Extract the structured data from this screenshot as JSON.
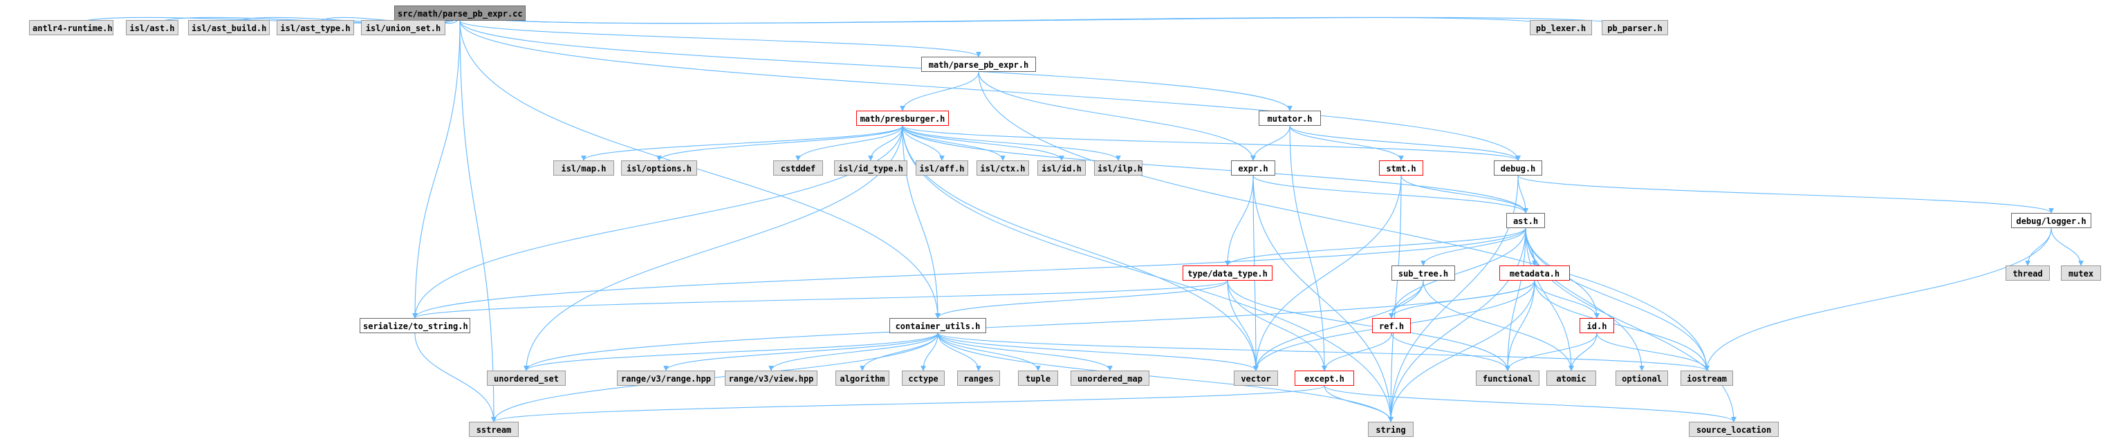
{
  "diagram": {
    "nodes": [
      {
        "id": "root",
        "label": "src/math/parse_pb_expr.cc",
        "kind": "root"
      },
      {
        "id": "antlr4",
        "label": "antlr4-runtime.h",
        "kind": "ext"
      },
      {
        "id": "isl_ast",
        "label": "isl/ast.h",
        "kind": "ext"
      },
      {
        "id": "isl_ast_build",
        "label": "isl/ast_build.h",
        "kind": "ext"
      },
      {
        "id": "isl_ast_type",
        "label": "isl/ast_type.h",
        "kind": "ext"
      },
      {
        "id": "isl_union_set",
        "label": "isl/union_set.h",
        "kind": "ext"
      },
      {
        "id": "parse_pb_expr_h",
        "label": "math/parse_pb_expr.h",
        "kind": "inc"
      },
      {
        "id": "pb_lexer",
        "label": "pb_lexer.h",
        "kind": "ext"
      },
      {
        "id": "pb_parser",
        "label": "pb_parser.h",
        "kind": "ext"
      },
      {
        "id": "presburger",
        "label": "math/presburger.h",
        "kind": "warn"
      },
      {
        "id": "mutator",
        "label": "mutator.h",
        "kind": "inc"
      },
      {
        "id": "isl_map",
        "label": "isl/map.h",
        "kind": "ext"
      },
      {
        "id": "isl_options",
        "label": "isl/options.h",
        "kind": "ext"
      },
      {
        "id": "cstddef",
        "label": "cstddef",
        "kind": "ext"
      },
      {
        "id": "isl_id_type",
        "label": "isl/id_type.h",
        "kind": "ext"
      },
      {
        "id": "isl_aff",
        "label": "isl/aff.h",
        "kind": "ext"
      },
      {
        "id": "isl_ctx",
        "label": "isl/ctx.h",
        "kind": "ext"
      },
      {
        "id": "isl_id",
        "label": "isl/id.h",
        "kind": "ext"
      },
      {
        "id": "isl_ilp",
        "label": "isl/ilp.h",
        "kind": "ext"
      },
      {
        "id": "expr",
        "label": "expr.h",
        "kind": "inc"
      },
      {
        "id": "stmt",
        "label": "stmt.h",
        "kind": "warn"
      },
      {
        "id": "debug",
        "label": "debug.h",
        "kind": "inc"
      },
      {
        "id": "ast",
        "label": "ast.h",
        "kind": "inc"
      },
      {
        "id": "logger",
        "label": "debug/logger.h",
        "kind": "inc"
      },
      {
        "id": "thread",
        "label": "thread",
        "kind": "ext"
      },
      {
        "id": "mutex",
        "label": "mutex",
        "kind": "ext"
      },
      {
        "id": "sub_tree",
        "label": "sub_tree.h",
        "kind": "inc"
      },
      {
        "id": "metadata",
        "label": "metadata.h",
        "kind": "warn"
      },
      {
        "id": "data_type",
        "label": "type/data_type.h",
        "kind": "warn"
      },
      {
        "id": "serialize",
        "label": "serialize/to_string.h",
        "kind": "inc"
      },
      {
        "id": "container_utils",
        "label": "container_utils.h",
        "kind": "inc"
      },
      {
        "id": "ref",
        "label": "ref.h",
        "kind": "warn"
      },
      {
        "id": "id",
        "label": "id.h",
        "kind": "warn"
      },
      {
        "id": "unordered_set",
        "label": "unordered_set",
        "kind": "ext"
      },
      {
        "id": "range_hpp",
        "label": "range/v3/range.hpp",
        "kind": "ext"
      },
      {
        "id": "view_hpp",
        "label": "range/v3/view.hpp",
        "kind": "ext"
      },
      {
        "id": "algorithm",
        "label": "algorithm",
        "kind": "ext"
      },
      {
        "id": "cctype",
        "label": "cctype",
        "kind": "ext"
      },
      {
        "id": "ranges",
        "label": "ranges",
        "kind": "ext"
      },
      {
        "id": "tuple",
        "label": "tuple",
        "kind": "ext"
      },
      {
        "id": "unordered_map",
        "label": "unordered_map",
        "kind": "ext"
      },
      {
        "id": "vector",
        "label": "vector",
        "kind": "ext"
      },
      {
        "id": "except",
        "label": "except.h",
        "kind": "warn"
      },
      {
        "id": "functional",
        "label": "functional",
        "kind": "ext"
      },
      {
        "id": "atomic",
        "label": "atomic",
        "kind": "ext"
      },
      {
        "id": "optional",
        "label": "optional",
        "kind": "ext"
      },
      {
        "id": "iostream",
        "label": "iostream",
        "kind": "ext"
      },
      {
        "id": "sstream",
        "label": "sstream",
        "kind": "ext"
      },
      {
        "id": "string",
        "label": "string",
        "kind": "ext"
      },
      {
        "id": "source_location",
        "label": "source_location",
        "kind": "ext"
      }
    ],
    "edges": [
      [
        "root",
        "antlr4"
      ],
      [
        "root",
        "isl_ast"
      ],
      [
        "root",
        "isl_ast_build"
      ],
      [
        "root",
        "isl_ast_type"
      ],
      [
        "root",
        "isl_union_set"
      ],
      [
        "root",
        "parse_pb_expr_h"
      ],
      [
        "root",
        "pb_lexer"
      ],
      [
        "root",
        "pb_parser"
      ],
      [
        "root",
        "mutator"
      ],
      [
        "root",
        "debug"
      ],
      [
        "root",
        "serialize"
      ],
      [
        "root",
        "container_utils"
      ],
      [
        "root",
        "sstream"
      ],
      [
        "parse_pb_expr_h",
        "presburger"
      ],
      [
        "parse_pb_expr_h",
        "expr"
      ],
      [
        "parse_pb_expr_h",
        "iostream"
      ],
      [
        "presburger",
        "isl_map"
      ],
      [
        "presburger",
        "isl_options"
      ],
      [
        "presburger",
        "cstddef"
      ],
      [
        "presburger",
        "isl_id_type"
      ],
      [
        "presburger",
        "isl_aff"
      ],
      [
        "presburger",
        "isl_ctx"
      ],
      [
        "presburger",
        "isl_id"
      ],
      [
        "presburger",
        "isl_ilp"
      ],
      [
        "presburger",
        "debug"
      ],
      [
        "presburger",
        "ast"
      ],
      [
        "presburger",
        "serialize"
      ],
      [
        "presburger",
        "unordered_set"
      ],
      [
        "presburger",
        "vector"
      ],
      [
        "presburger",
        "string"
      ],
      [
        "presburger",
        "container_utils"
      ],
      [
        "mutator",
        "expr"
      ],
      [
        "mutator",
        "stmt"
      ],
      [
        "mutator",
        "debug"
      ],
      [
        "mutator",
        "except"
      ],
      [
        "expr",
        "ast"
      ],
      [
        "expr",
        "data_type"
      ],
      [
        "expr",
        "vector"
      ],
      [
        "expr",
        "string"
      ],
      [
        "stmt",
        "ast"
      ],
      [
        "stmt",
        "vector"
      ],
      [
        "stmt",
        "string"
      ],
      [
        "debug",
        "ast"
      ],
      [
        "debug",
        "logger"
      ],
      [
        "debug",
        "string"
      ],
      [
        "logger",
        "thread"
      ],
      [
        "logger",
        "mutex"
      ],
      [
        "logger",
        "iostream"
      ],
      [
        "ast",
        "sub_tree"
      ],
      [
        "ast",
        "metadata"
      ],
      [
        "ast",
        "data_type"
      ],
      [
        "ast",
        "serialize"
      ],
      [
        "ast",
        "ref"
      ],
      [
        "ast",
        "id"
      ],
      [
        "ast",
        "functional"
      ],
      [
        "ast",
        "atomic"
      ],
      [
        "ast",
        "optional"
      ],
      [
        "ast",
        "iostream"
      ],
      [
        "ast",
        "string"
      ],
      [
        "ast",
        "source_location"
      ],
      [
        "sub_tree",
        "ref"
      ],
      [
        "sub_tree",
        "vector"
      ],
      [
        "sub_tree",
        "atomic"
      ],
      [
        "metadata",
        "ref"
      ],
      [
        "metadata",
        "id"
      ],
      [
        "metadata",
        "vector"
      ],
      [
        "metadata",
        "string"
      ],
      [
        "metadata",
        "iostream"
      ],
      [
        "metadata",
        "functional"
      ],
      [
        "metadata",
        "unordered_set"
      ],
      [
        "data_type",
        "serialize"
      ],
      [
        "data_type",
        "container_utils"
      ],
      [
        "data_type",
        "except"
      ],
      [
        "data_type",
        "functional"
      ],
      [
        "data_type",
        "vector"
      ],
      [
        "serialize",
        "sstream"
      ],
      [
        "container_utils",
        "unordered_set"
      ],
      [
        "container_utils",
        "range_hpp"
      ],
      [
        "container_utils",
        "view_hpp"
      ],
      [
        "container_utils",
        "algorithm"
      ],
      [
        "container_utils",
        "cctype"
      ],
      [
        "container_utils",
        "ranges"
      ],
      [
        "container_utils",
        "tuple"
      ],
      [
        "container_utils",
        "unordered_map"
      ],
      [
        "container_utils",
        "vector"
      ],
      [
        "container_utils",
        "string"
      ],
      [
        "container_utils",
        "sstream"
      ],
      [
        "container_utils",
        "iostream"
      ],
      [
        "ref",
        "except"
      ],
      [
        "ref",
        "functional"
      ],
      [
        "id",
        "functional"
      ],
      [
        "id",
        "atomic"
      ],
      [
        "id",
        "iostream"
      ],
      [
        "except",
        "string"
      ],
      [
        "except",
        "sstream"
      ],
      [
        "except",
        "source_location"
      ]
    ],
    "colors": {
      "edge": "#63b8ff",
      "ext_fill": "#e0e0e0",
      "root_fill": "#999999",
      "warn_border": "#ff0000"
    }
  }
}
